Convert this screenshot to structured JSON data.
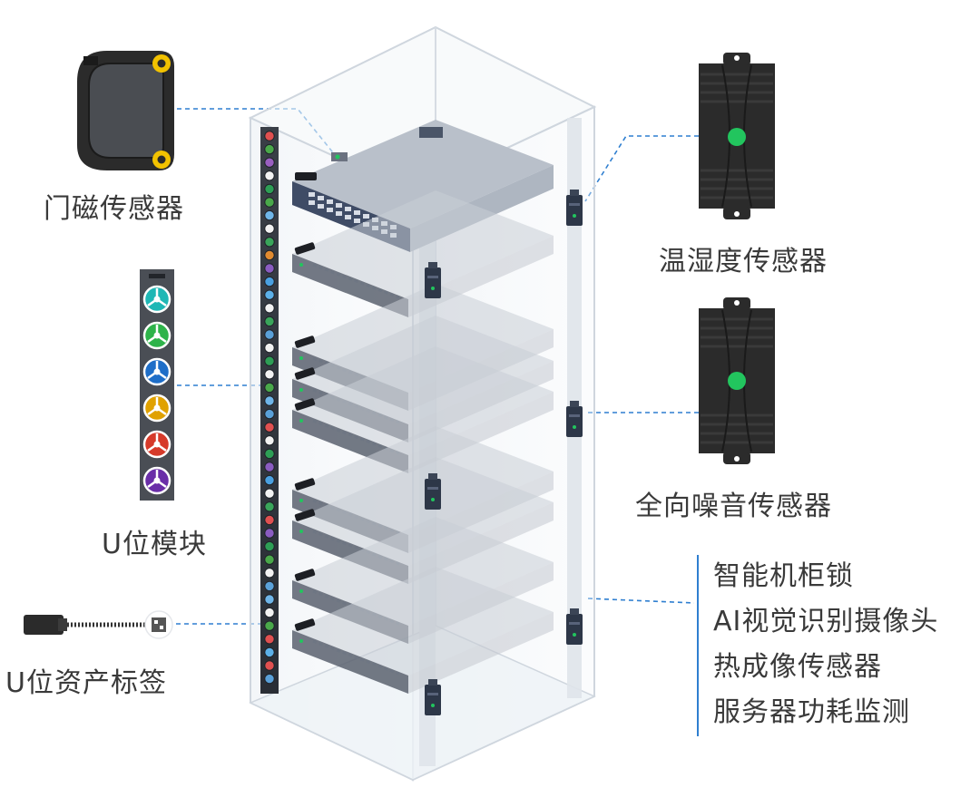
{
  "labels": {
    "door_sensor": "门磁传感器",
    "temp_humidity_sensor": "温湿度传感器",
    "u_module": "U位模块",
    "noise_sensor": "全向噪音传感器",
    "asset_tag": "U位资产标签"
  },
  "feature_list": [
    "智能机柜锁",
    "AI视觉识别摄像头",
    "热成像传感器",
    "服务器功耗监测"
  ],
  "colors": {
    "connector_line": "#2f7fd0",
    "sensor_led": "#22c55e",
    "sensor_body": "#2b2b2b",
    "door_sensor_ring": "#f2c200",
    "u_module_colors": [
      "#1fb7b5",
      "#2eb34a",
      "#1e6ec8",
      "#e0a100",
      "#d63a2a",
      "#6a2ea8"
    ]
  }
}
